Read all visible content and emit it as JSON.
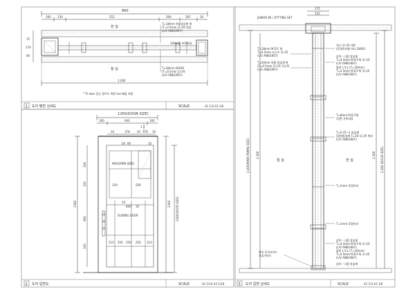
{
  "panel1": {
    "top_dims": {
      "total": "860",
      "a": "160",
      "b": "130",
      "c": "552",
      "d": "200",
      "e": "187",
      "f": "30"
    },
    "left_dims": {
      "a": "15",
      "b": "170",
      "c": "40"
    },
    "room_top": "전 실",
    "room_bottom": "침 실",
    "notes": {
      "n1a": "T=18mm 하돌림심위 위",
      "n1b": "(T=0.5mm 무늬목 마감",
      "n1c": "(L/V ANEGREY)",
      "n2": "100㎜졸 프로파일",
      "n3a": "T=48mm DOOR",
      "n3b": "(T=0.5mm 무늬목",
      "n3c": "(L/V ANEGREY)"
    },
    "bottom_dim": "1,260",
    "footnote": "* Ts door 닫는 경우도 측면 ass 빠짐 포함",
    "footer": {
      "num": "1",
      "title": "도어 평면 상세도",
      "scale_label": "SCALE",
      "scale_value": "A1 1/3  A3 1/6"
    }
  },
  "panel2": {
    "top_dims": {
      "total": "1260(DOOR SIZE)",
      "a": "160",
      "b": "940",
      "c": "160",
      "d": "10",
      "e": "378",
      "f": "20",
      "g": "378",
      "h": "10"
    },
    "top_marker": "1 2",
    "vision_label": "960(OPEN SIZE)",
    "sliding_label": "SLIDING DOOR",
    "small_dims": {
      "u1": "20",
      "u2": "60",
      "u3": "150",
      "u4": "500",
      "u5": "10",
      "m1": "10",
      "m2": "600",
      "m3": "10",
      "b1": "110",
      "b2": "250",
      "b3": "250",
      "b4": "250",
      "b5": "110",
      "v1": "300",
      "v2": "100",
      "v3": "960",
      "v4": "100"
    },
    "left_dim": "2360",
    "right_dims": {
      "a": "2360",
      "b": "2360(DOOR SIZE)"
    },
    "footer": {
      "num": "2",
      "title": "도어 입면도",
      "scale_label": "SCALE",
      "scale_value": "A1 1/10  A3 1/20"
    }
  },
  "panel3": {
    "top_label": "JUNIOR 85 / ZYTTING SET",
    "top_dims": {
      "a": "175",
      "b": "125"
    },
    "right_notes": [
      "석고 무늬목 대로",
      "(투명유리봉 마니 D460)",
      "상하 - 나뭄 방습재",
      "T=4.5mm M.D.F위 무니목",
      "(L/V ANEGREY)",
      "합판 L.V.L (T=18mm)",
      "T=4.5mm M.D.F위 무니목",
      "(L/V ANEGREY)",
      "T=8mm M.D.F위",
      "/상면 가루마감",
      "T=0.25~1 방습재",
      "(합파방송재 T=18 무니목 위부",
      "(L/V ANEGREY)",
      "T=1mm 투명유리",
      "T=1mm 투명유리",
      "상하 - 나뭄 방습재",
      "T=4.5mm M.D.F위 무늬목",
      "(L/V ANEGREY)",
      "합판 L.V.L (T=18mm)",
      "T=4.5mm M.D.F위 무늬목",
      "(L/V ANEGREY)",
      "상하 - 나뭄 방습재"
    ],
    "left_notes": [
      "T=18mm M.D.F 위",
      "T=0.5mm 오시우 무니목",
      "(L/V ANEGREY)",
      "T=30mm 하돌 합심재 위",
      "(T=0.5mm 무니목 무니목",
      "(L/V ANEGREY)",
      "하부 도아가이드",
      "가공가리드"
    ],
    "room_left": "침 실",
    "room_right": "전 실",
    "vert_dims": {
      "a": "2,400(MAIN FRAME SIZE)",
      "b": "2,360",
      "c": "2,360",
      "d": "2,360 (DOOR SIZE)"
    },
    "footer": {
      "num": "3",
      "title": "도어 입면 상세도",
      "scale_label": "SCALE",
      "scale_value": "A1 1/3  A3 1/6"
    }
  }
}
